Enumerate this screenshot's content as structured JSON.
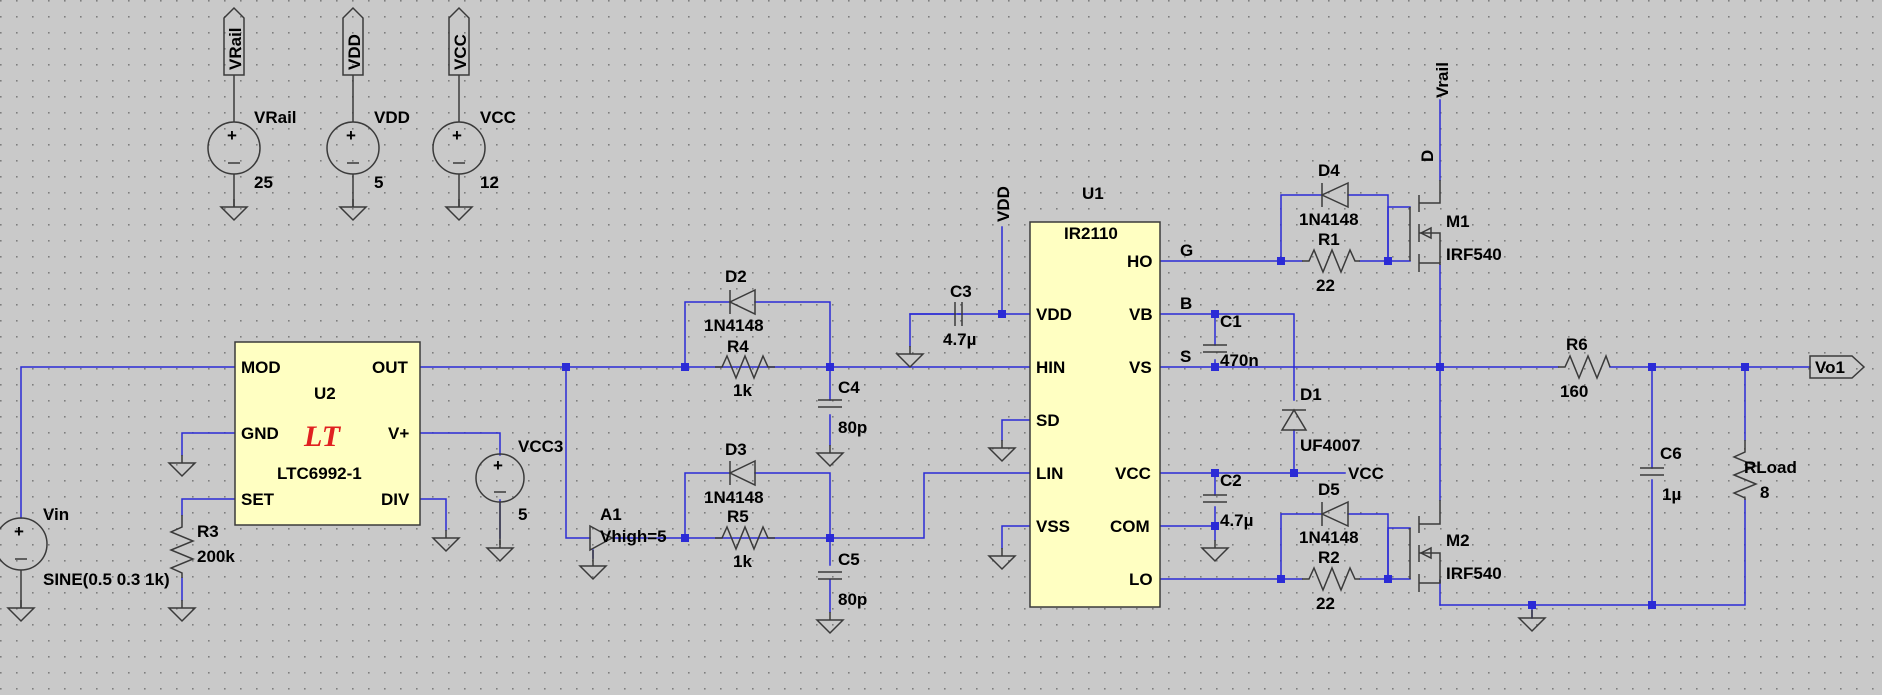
{
  "rails": {
    "vrail": {
      "name": "VRail",
      "value": "25",
      "flag": "VRail"
    },
    "vdd": {
      "name": "VDD",
      "value": "5",
      "flag": "VDD"
    },
    "vcc": {
      "name": "VCC",
      "value": "12",
      "flag": "VCC"
    }
  },
  "u2": {
    "name": "U2",
    "part": "LTC6992-1",
    "logo": "LT",
    "pins": {
      "mod": "MOD",
      "out": "OUT",
      "gnd": "GND",
      "vplus": "V+",
      "set": "SET",
      "div": "DIV"
    }
  },
  "u1": {
    "name": "U1",
    "part": "IR2110",
    "pins": {
      "ho": "HO",
      "vdd": "VDD",
      "vb": "VB",
      "hin": "HIN",
      "vs": "VS",
      "sd": "SD",
      "lin": "LIN",
      "vcc": "VCC",
      "vss": "VSS",
      "com": "COM",
      "lo": "LO"
    }
  },
  "vin": {
    "name": "Vin",
    "value": "SINE(0.5 0.3 1k)"
  },
  "r3": {
    "name": "R3",
    "value": "200k"
  },
  "vcc3": {
    "name": "VCC3",
    "value": "5"
  },
  "a1": {
    "name": "A1",
    "value": "Vhigh=5"
  },
  "d2": {
    "name": "D2",
    "value": "1N4148"
  },
  "r4": {
    "name": "R4",
    "value": "1k"
  },
  "c4": {
    "name": "C4",
    "value": "80p"
  },
  "d3": {
    "name": "D3",
    "value": "1N4148"
  },
  "r5": {
    "name": "R5",
    "value": "1k"
  },
  "c5": {
    "name": "C5",
    "value": "80p"
  },
  "c3": {
    "name": "C3",
    "value": "4.7µ"
  },
  "vdd_flag": "VDD",
  "c1": {
    "name": "C1",
    "value": "470n"
  },
  "d1": {
    "name": "D1",
    "value": "UF4007"
  },
  "c2": {
    "name": "C2",
    "value": "4.7µ"
  },
  "vcc_net": "VCC",
  "d4": {
    "name": "D4",
    "value": "1N4148"
  },
  "r1": {
    "name": "R1",
    "value": "22"
  },
  "d5": {
    "name": "D5",
    "value": "1N4148"
  },
  "r2": {
    "name": "R2",
    "value": "22"
  },
  "m1": {
    "name": "M1",
    "value": "IRF540"
  },
  "m2": {
    "name": "M2",
    "value": "IRF540"
  },
  "vrail_flag": "Vrail",
  "nets": {
    "g": "G",
    "b": "B",
    "s": "S",
    "d": "D"
  },
  "r6": {
    "name": "R6",
    "value": "160"
  },
  "c6": {
    "name": "C6",
    "value": "1µ"
  },
  "rload": {
    "name": "RLoad",
    "value": "8"
  },
  "output": "Vo1",
  "colors": {
    "background": "#c9c9c9",
    "wire": "#2b2bd6",
    "part": "#3a3a3a",
    "ic_fill": "#ffffc2",
    "logo": "#e02020"
  }
}
